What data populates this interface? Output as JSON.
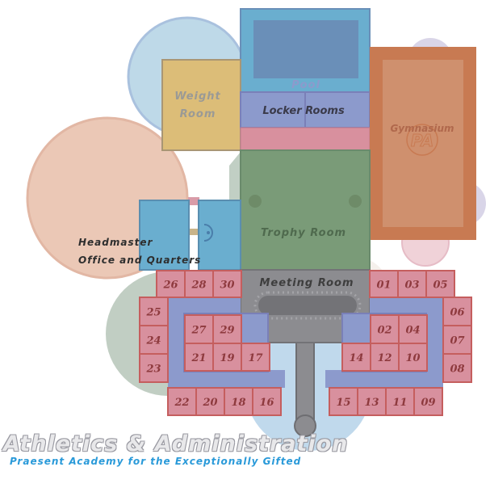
{
  "rooms": {
    "pool": "Pool",
    "weight_room_line1": "Weight",
    "weight_room_line2": "Room",
    "locker_rooms": "Locker Rooms",
    "gymnasium": "Gymnasium",
    "gym_logo": "PA",
    "trophy_room": "Trophy Room",
    "headmaster_line1": "Headmaster",
    "headmaster_line2": "Office and Quarters",
    "meeting_room": "Meeting Room"
  },
  "left_wing": {
    "row_top": [
      "26",
      "28",
      "30"
    ],
    "outer_column": [
      "25",
      "24",
      "23"
    ],
    "inner_top": [
      "27",
      "29"
    ],
    "inner_bottom": [
      "21",
      "19",
      "17"
    ],
    "row_bottom": [
      "22",
      "20",
      "18",
      "16"
    ]
  },
  "right_wing": {
    "row_top": [
      "01",
      "03",
      "05"
    ],
    "outer_column": [
      "06",
      "07",
      "08"
    ],
    "inner_top": [
      "02",
      "04"
    ],
    "inner_bottom": [
      "14",
      "12",
      "10"
    ],
    "row_bottom": [
      "15",
      "13",
      "11",
      "09"
    ]
  },
  "footer": {
    "title": "Athletics & Administration",
    "subtitle": "Praesent Academy for the Exceptionally Gifted"
  },
  "colors": {
    "pool": "#6a8fb8",
    "pool_border": "#6aaecf",
    "weight_room": "#dcbd78",
    "locker": "#8c9acc",
    "gymnasium": "#c87a52",
    "trophy": "#7a9b78",
    "headmaster": "#6aaecf",
    "meeting": "#8c8c90",
    "dorm_room": "#d8909e",
    "corridor": "#8c9acc"
  }
}
